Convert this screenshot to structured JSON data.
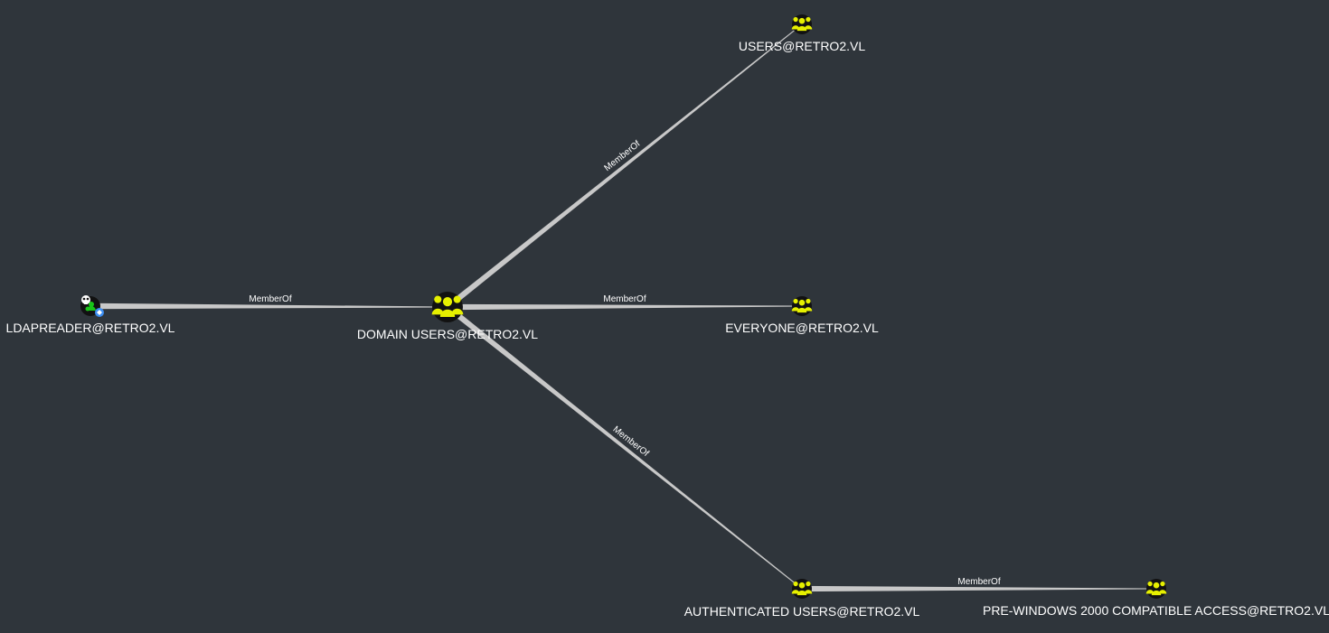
{
  "graph": {
    "nodes": [
      {
        "id": "ldapreader",
        "label": "LDAPREADER@RETRO2.VL",
        "kind": "user"
      },
      {
        "id": "domain_users",
        "label": "DOMAIN USERS@RETRO2.VL",
        "kind": "group"
      },
      {
        "id": "users",
        "label": "USERS@RETRO2.VL",
        "kind": "group"
      },
      {
        "id": "everyone",
        "label": "EVERYONE@RETRO2.VL",
        "kind": "group"
      },
      {
        "id": "auth_users",
        "label": "AUTHENTICATED USERS@RETRO2.VL",
        "kind": "group"
      },
      {
        "id": "prewin2000",
        "label": "PRE-WINDOWS 2000 COMPATIBLE ACCESS@RETRO2.VL",
        "kind": "group"
      }
    ],
    "edges": [
      {
        "from": "ldapreader",
        "to": "domain_users",
        "label": "MemberOf"
      },
      {
        "from": "domain_users",
        "to": "users",
        "label": "MemberOf"
      },
      {
        "from": "domain_users",
        "to": "everyone",
        "label": "MemberOf"
      },
      {
        "from": "domain_users",
        "to": "auth_users",
        "label": "MemberOf"
      },
      {
        "from": "auth_users",
        "to": "prewin2000",
        "label": "MemberOf"
      }
    ]
  },
  "colors": {
    "background": "#2f353b",
    "edge": "#c8c8c8",
    "group_icon": "#e6f000",
    "node_circle": "#111111",
    "user_green": "#19c419",
    "user_blue": "#3b8df0",
    "label": "#ffffff"
  },
  "icons": {
    "group": "group-icon",
    "user": "user-icon",
    "owned_badge": "skull-icon",
    "tier_badge": "diamond-icon"
  }
}
